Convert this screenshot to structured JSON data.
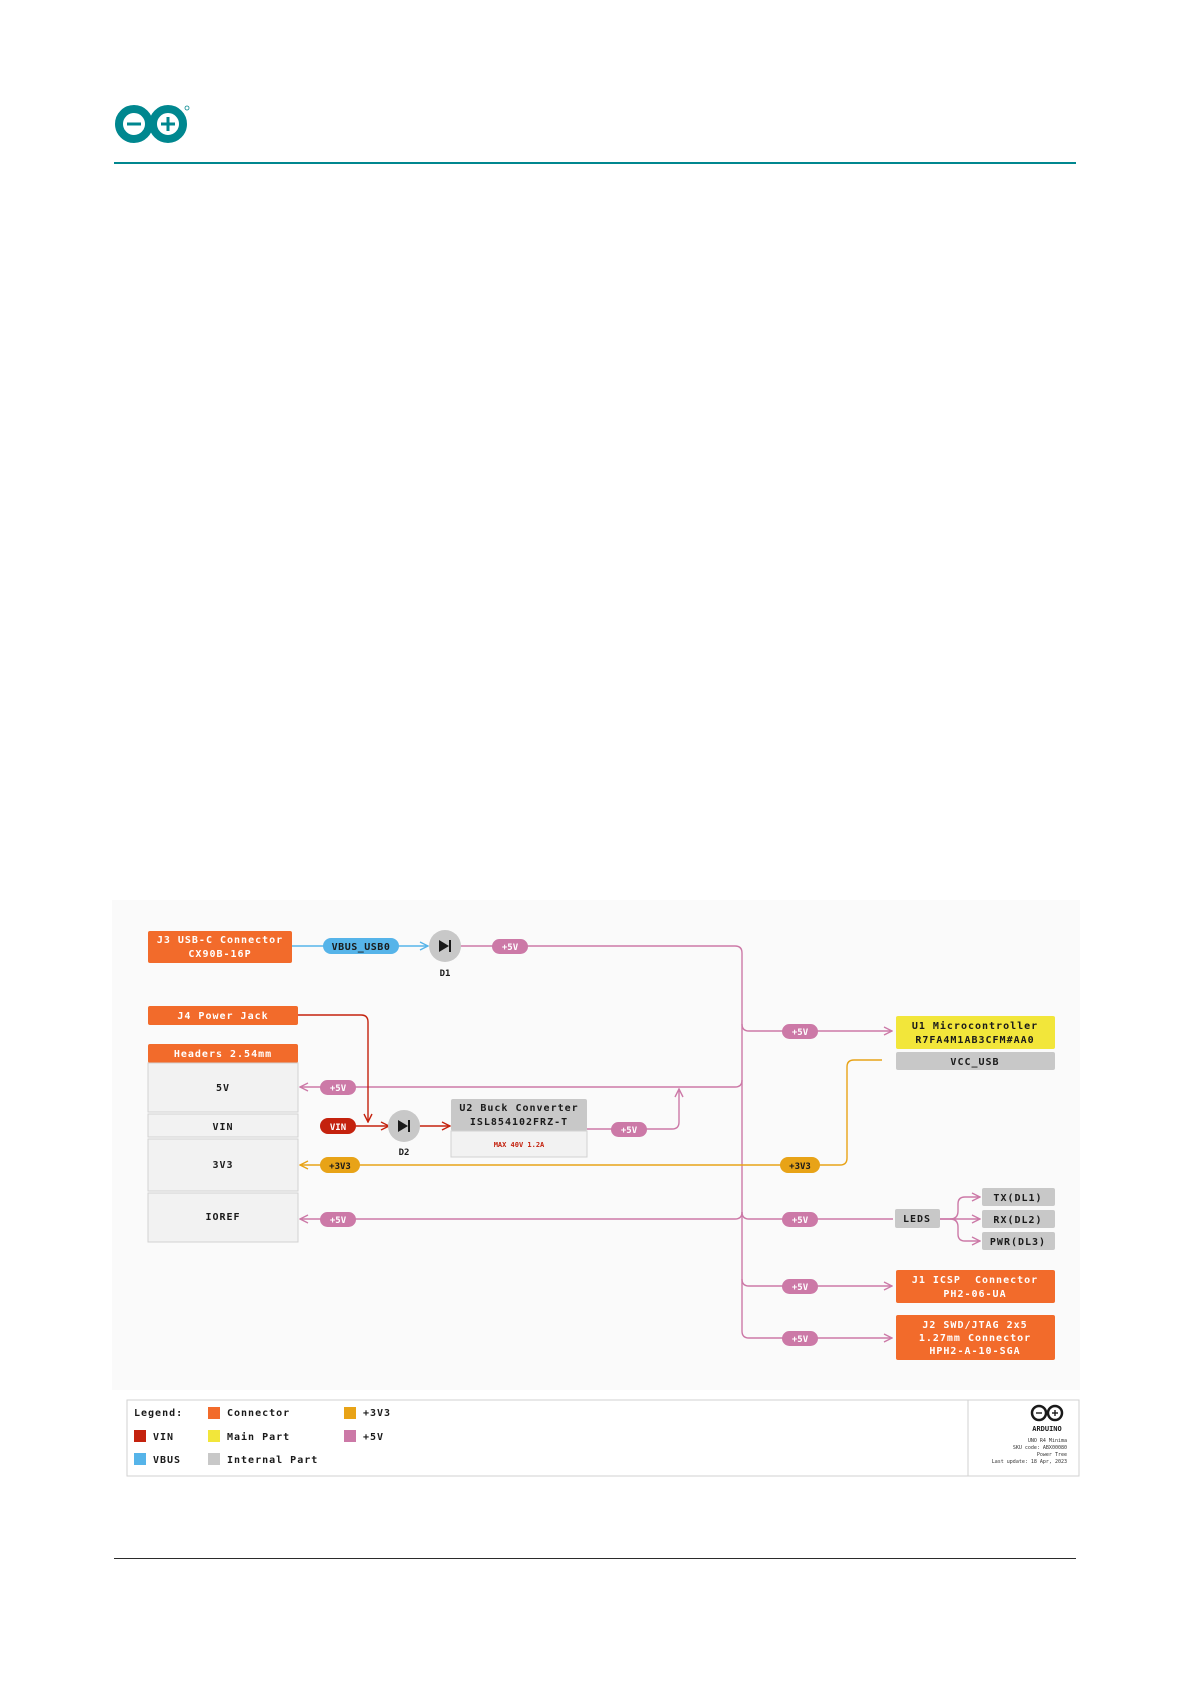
{
  "document": {
    "brand_logo_icon": "arduino-infinity-logo"
  },
  "colors": {
    "teal": "#00878f",
    "connector": "#f26b2b",
    "vin": "#c4220e",
    "vbus": "#56b4e9",
    "v3v3": "#e8a317",
    "v5": "#cc79a7",
    "main_part": "#f2e63a",
    "internal_part": "#c8c8c8"
  },
  "diagram": {
    "j3": {
      "line1": "J3 USB-C Connector",
      "line2": "CX90B-16P"
    },
    "j4": {
      "label": "J4 Power Jack"
    },
    "headers": {
      "title": "Headers 2.54mm",
      "pins": [
        "5V",
        "VIN",
        "3V3",
        "IOREF"
      ]
    },
    "d1": "D1",
    "d2": "D2",
    "u2": {
      "line1": "U2 Buck Converter",
      "line2": "ISL854102FRZ-T",
      "note": "MAX 40V 1.2A"
    },
    "u1": {
      "line1": "U1 Microcontroller",
      "line2": "R7FA4M1AB3CFM#AA0",
      "sub": "VCC_USB"
    },
    "leds": {
      "label": "LEDS",
      "items": [
        "TX(DL1)",
        "RX(DL2)",
        "PWR(DL3)"
      ]
    },
    "j1": {
      "line1": "J1 ICSP  Connector",
      "line2": "PH2-06-UA"
    },
    "j2": {
      "line1": "J2 SWD/JTAG 2x5",
      "line2": "1.27mm Connector",
      "line3": "HPH2-A-10-SGA"
    },
    "tags": {
      "vbus_usb0": "VBUS_USB0",
      "vin": "VIN",
      "plus5v": "+5V",
      "plus3v3": "+3V3"
    }
  },
  "legend": {
    "title": "Legend:",
    "items": [
      {
        "label": "Connector",
        "color": "#f26b2b"
      },
      {
        "label": "+3V3",
        "color": "#e8a317"
      },
      {
        "label": "VIN",
        "color": "#c4220e"
      },
      {
        "label": "Main Part",
        "color": "#f2e63a"
      },
      {
        "label": "+5V",
        "color": "#cc79a7"
      },
      {
        "label": "VBUS",
        "color": "#56b4e9"
      },
      {
        "label": "Internal Part",
        "color": "#c8c8c8"
      }
    ]
  },
  "info_block": {
    "brand": "ARDUINO",
    "lines": [
      "UNO R4 Minima",
      "SKU code: ABX00080",
      "Power Tree",
      "Last update: 18 Apr, 2023"
    ]
  }
}
